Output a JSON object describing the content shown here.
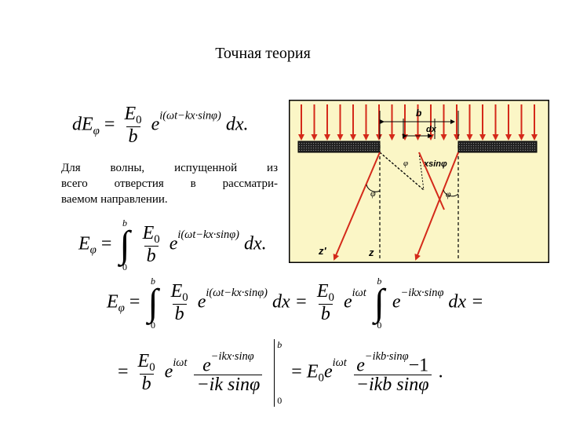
{
  "slide": {
    "title": "Точная теория",
    "paragraph_lines": [
      "Для волны, испущенной из",
      "всего отверстия в рассматри-",
      "ваемом направлении."
    ],
    "eq1": {
      "lhs_main": "dE",
      "lhs_sub": "φ",
      "num": "E",
      "num_sub": "0",
      "den": "b",
      "exp_base": "e",
      "exponent": "i(ωt−kx·sinφ)",
      "tail": "dx."
    },
    "eq2": {
      "lhs_main": "E",
      "lhs_sub": "φ",
      "int_upper": "b",
      "int_lower": "0",
      "num": "E",
      "num_sub": "0",
      "den": "b",
      "exp_base": "e",
      "exponent": "i(ωt−kx·sinφ)",
      "tail": "dx."
    },
    "eq3": {
      "lhs_main": "E",
      "lhs_sub": "φ",
      "int1_upper": "b",
      "int1_lower": "0",
      "num": "E",
      "num_sub": "0",
      "den": "b",
      "exp1": "i(ωt−kx·sinφ)",
      "tail1": "dx =",
      "num2": "E",
      "num2_sub": "0",
      "den2": "b",
      "exp2": "iωt",
      "int2_upper": "b",
      "int2_lower": "0",
      "exp3": "−ikx·sinφ",
      "tail2": "dx ="
    },
    "eq4": {
      "lead": "=",
      "num": "E",
      "num_sub": "0",
      "den": "b",
      "exp1": "iωt",
      "inner_num_exp": "−ikx·sinφ",
      "inner_den": "−ik sinφ",
      "bar_upper": "b",
      "bar_lower": "0",
      "eq": "=",
      "rhs_main": "E",
      "rhs_sub": "0",
      "rhs_exp": "iωt",
      "rhs_num_exp": "−ikb·sinφ",
      "rhs_num_tail": "−1",
      "rhs_den": "−ikb sinφ",
      "end": "."
    }
  },
  "diagram": {
    "background": "#fbf6c6",
    "ray_color": "#d42a1a",
    "labels": {
      "b": "b",
      "dx": "dx",
      "xsin": "xsinφ",
      "phi_small": "φ",
      "phi_left": "φ",
      "phi_right": "φ",
      "z_prime": "z'",
      "z": "z"
    }
  }
}
